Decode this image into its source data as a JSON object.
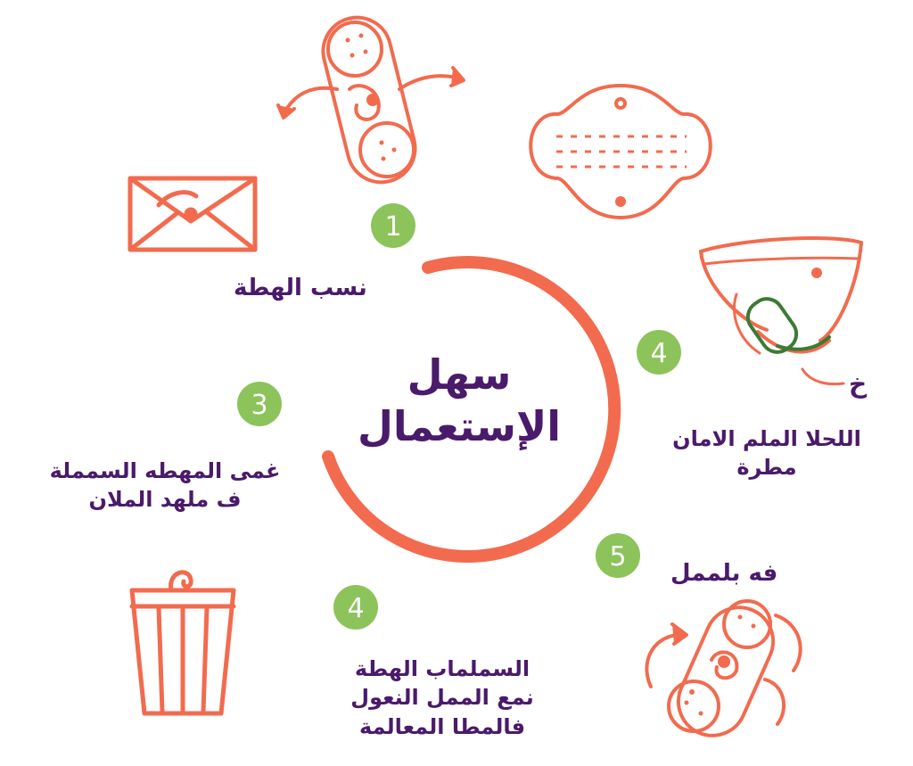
{
  "center_title": [
    "سهل",
    "الإستعمال"
  ],
  "steps": [
    {
      "number": "1",
      "label": [
        "نسب الهطة"
      ]
    },
    {
      "number": "4",
      "label": [
        "اللحلا الملم الامان",
        "مطرة"
      ],
      "note": "خ"
    },
    {
      "number": "5",
      "label": [
        "فه بلممل"
      ]
    },
    {
      "number": "4",
      "label": [
        "السملماب الهطة",
        "نمع الممل النعول",
        "فالمطا المعالمة"
      ]
    },
    {
      "number": "3",
      "label": [
        "غمى المهطه السمملة",
        "ف ملهد الملان"
      ]
    }
  ],
  "colors": {
    "accent": "#f26b4e",
    "badge": "#8cc35a",
    "text": "#4a1a6b",
    "pad_green": "#3d7a35",
    "background": "#ffffff"
  },
  "icons": [
    "pad-peel-icon",
    "pad-wings-icon",
    "wrapper-envelope-icon",
    "underwear-pad-icon",
    "pad-roll-icon",
    "trash-bin-icon"
  ]
}
